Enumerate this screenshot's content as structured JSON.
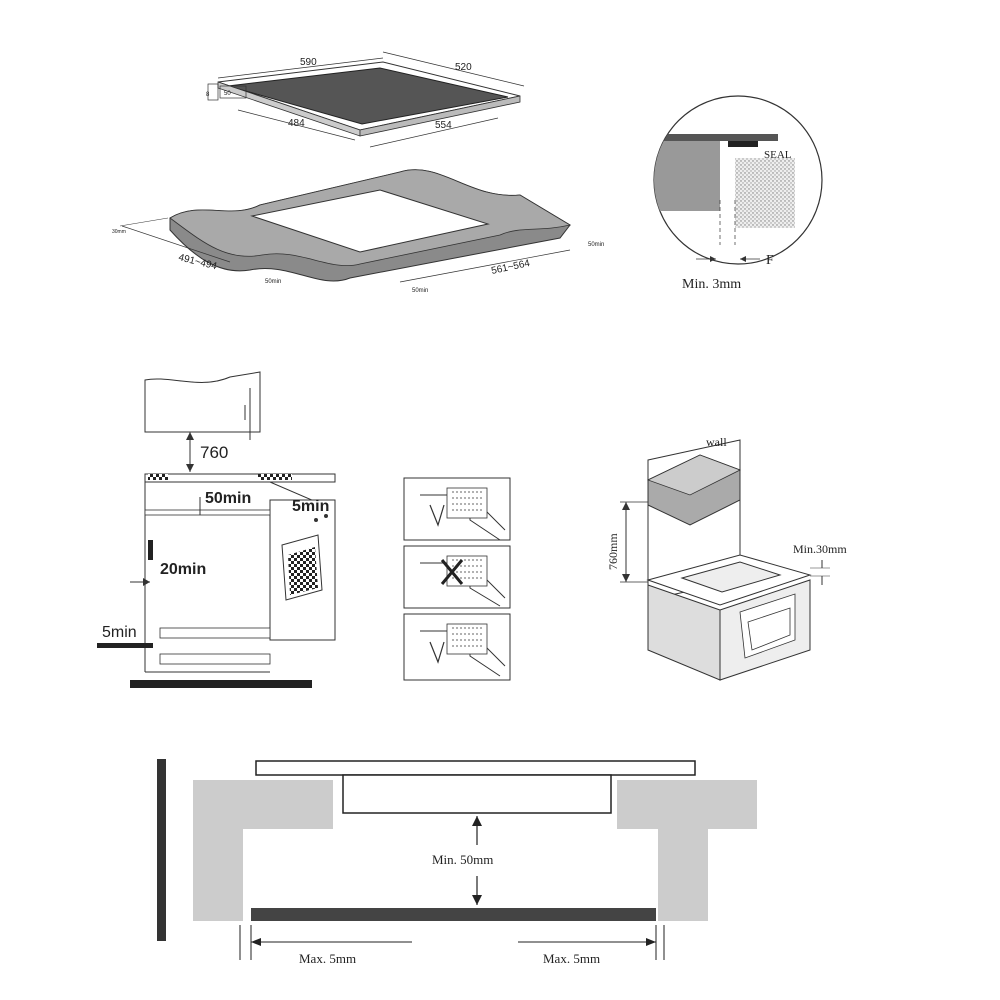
{
  "hob": {
    "w": "590",
    "d": "520",
    "h": "8",
    "h2": "50",
    "inner_d": "484",
    "inner_w": "554"
  },
  "cutout": {
    "thk": "30mm",
    "d": "491~494",
    "w": "561~564",
    "m1": "50min",
    "m2": "50min",
    "m3": "50min"
  },
  "seal": {
    "label": "SEAL",
    "f": "F",
    "min_gap": "Min.  3mm"
  },
  "oven": {
    "hood": "760",
    "top_gap": "50min",
    "side_gap": "5min",
    "wall_gap": "20min",
    "bottom_gap": "5min"
  },
  "kitchen": {
    "wall": "wall",
    "height": "760mm",
    "min_top": "Min.30mm"
  },
  "section": {
    "min_gap": "Min. 50mm",
    "left_max": "Max.  5mm",
    "right_max": "Max.  5mm"
  }
}
